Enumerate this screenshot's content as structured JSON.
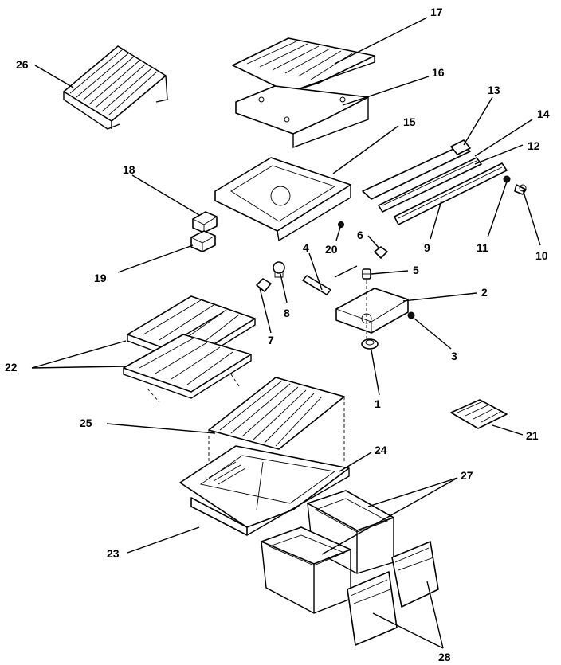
{
  "diagram": {
    "type": "exploded parts diagram",
    "callouts": [
      {
        "id": "1",
        "text": "1"
      },
      {
        "id": "2",
        "text": "2"
      },
      {
        "id": "3",
        "text": "3"
      },
      {
        "id": "4",
        "text": "4"
      },
      {
        "id": "5",
        "text": "5"
      },
      {
        "id": "6",
        "text": "6"
      },
      {
        "id": "7",
        "text": "7"
      },
      {
        "id": "8",
        "text": "8"
      },
      {
        "id": "9",
        "text": "9"
      },
      {
        "id": "10",
        "text": "10"
      },
      {
        "id": "11",
        "text": "11"
      },
      {
        "id": "12",
        "text": "12"
      },
      {
        "id": "13",
        "text": "13"
      },
      {
        "id": "14",
        "text": "14"
      },
      {
        "id": "15",
        "text": "15"
      },
      {
        "id": "16",
        "text": "16"
      },
      {
        "id": "17",
        "text": "17"
      },
      {
        "id": "18",
        "text": "18"
      },
      {
        "id": "19",
        "text": "19"
      },
      {
        "id": "20",
        "text": "20"
      },
      {
        "id": "21",
        "text": "21"
      },
      {
        "id": "22",
        "text": "22"
      },
      {
        "id": "23",
        "text": "23"
      },
      {
        "id": "24",
        "text": "24"
      },
      {
        "id": "25",
        "text": "25"
      },
      {
        "id": "26",
        "text": "26"
      },
      {
        "id": "27",
        "text": "27"
      },
      {
        "id": "28",
        "text": "28"
      }
    ]
  }
}
